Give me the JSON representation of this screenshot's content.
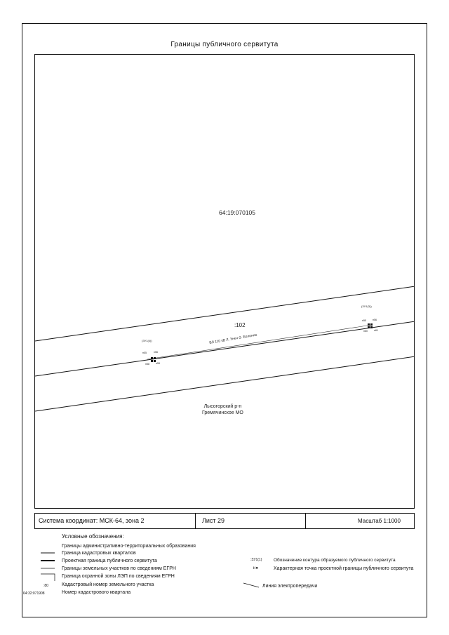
{
  "title": "Границы публичного сервитута",
  "map": {
    "quarter_label": "64:19:070105",
    "parcel_label": ":102",
    "line_name": "ВЛ 110 кВ Л. Унеч-2- Болонна",
    "district": {
      "line1": "Лысогорский р-н",
      "line2": "Гремячинское МО"
    },
    "contour_left": "(ЗУ1(4))",
    "contour_right": "(ЗУ1(3))",
    "points_left": [
      "н55",
      "н56",
      "н58",
      "н59"
    ],
    "points_right": [
      "н55",
      "н56",
      "н60",
      "н61"
    ]
  },
  "info_bar": {
    "coord_system": "Система координат: МСК-64, зона 2",
    "sheet": "Лист 29",
    "scale": "Масштаб 1:1000"
  },
  "legend": {
    "heading": "Условные обозначения:",
    "items": [
      "Границы административно-территориальных образования",
      "Граница кадастровых кварталов",
      "Проектная граница публичного сервитута",
      "Границы земельных участков по сведениям ЕГРН",
      "Граница охранной зоны ЛЭП по сведениям ЕГРН",
      "Кадастровый номер земельного участка",
      "Номер кадастрового квартала"
    ],
    "parcel_symbol": ":80",
    "quarter_symbol": "64:32:071908",
    "right_items": [
      "Обозначение контура образуемого публичного сервитута",
      "Характерная точка проектной границы публичного сервитута",
      "Линия электропередачи"
    ],
    "contour_symbol": ":ЗУ1(1)",
    "point_symbol": "н●"
  }
}
